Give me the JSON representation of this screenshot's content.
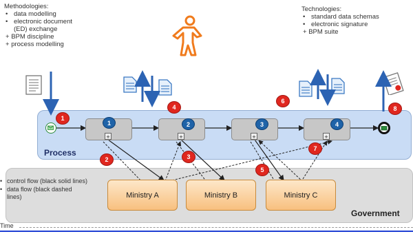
{
  "methodologies": {
    "title": "Methodologies:",
    "items": [
      {
        "marker": "•",
        "text": "data modelling"
      },
      {
        "marker": "•",
        "text": "electronic document (ED) exchange"
      },
      {
        "marker": "+",
        "text": "BPM discipline"
      },
      {
        "marker": "+",
        "text": "process modelling"
      }
    ]
  },
  "technologies": {
    "title": "Technologies:",
    "items": [
      {
        "marker": "•",
        "text": "standard data schemas"
      },
      {
        "marker": "•",
        "text": "electronic signature"
      },
      {
        "marker": "+",
        "text": "BPM suite"
      }
    ]
  },
  "process": {
    "label": "Process"
  },
  "government": {
    "label": "Government"
  },
  "legend": {
    "control_flow": "control flow (black solid lines)",
    "data_flow": "data flow (black dashed lines)"
  },
  "ministries": [
    "Ministry A",
    "Ministry B",
    "Ministry C"
  ],
  "tasks": [
    "1",
    "2",
    "3",
    "4"
  ],
  "steps": [
    "1",
    "2",
    "3",
    "4",
    "5",
    "6",
    "7",
    "8"
  ],
  "time_label": "Time",
  "colors": {
    "process_panel": "#c9dcf5",
    "government_panel": "#dddddd",
    "person": "#f07b1d",
    "blue_badge": "#1f63a8",
    "red_badge": "#e0271f"
  }
}
